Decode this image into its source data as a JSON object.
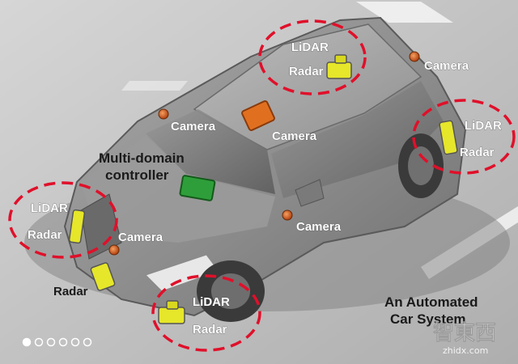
{
  "title_lines": [
    "An Automated",
    "Car System"
  ],
  "controller": {
    "lines": [
      "Multi-domain",
      "controller"
    ],
    "color": "#2e9e3a"
  },
  "labels": {
    "lidar": "LiDAR",
    "radar": "Radar",
    "camera": "Camera"
  },
  "colors": {
    "sensor_yellow": "#e6e62a",
    "camera_orange": "#e07020",
    "dash_red": "#e0102a",
    "car_body": "#8a8a8a"
  },
  "watermark": {
    "logo_text": "智東西",
    "url": "zhidx.com"
  },
  "carousel": {
    "count": 6,
    "active_index": 0
  }
}
